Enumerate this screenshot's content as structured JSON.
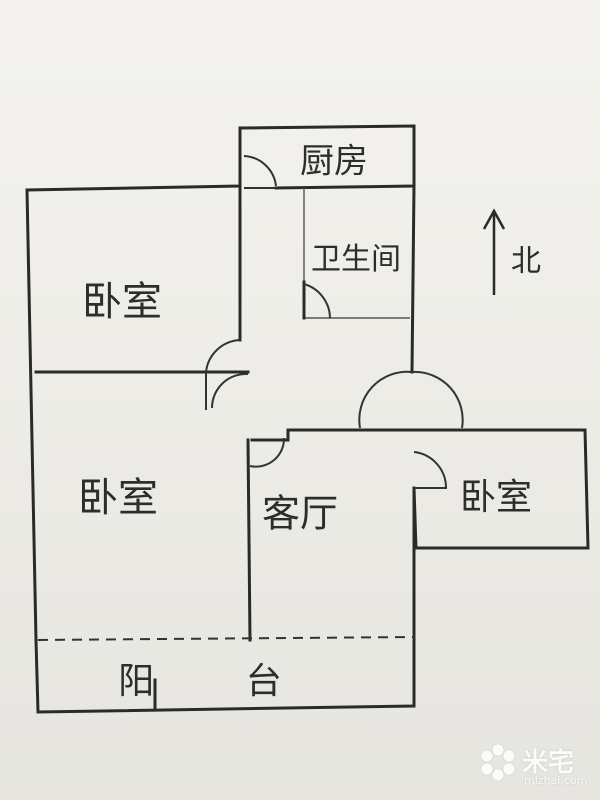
{
  "rooms": {
    "kitchen": "厨房",
    "bathroom": "卫生间",
    "bedroom_northwest": "卧室",
    "bedroom_southwest": "卧室",
    "living_room": "客厅",
    "bedroom_east": "卧室",
    "balcony": "阳 台"
  },
  "compass": {
    "label": "北",
    "direction": "up"
  },
  "watermark": {
    "brand": "米宅",
    "domain": "mizhai.com"
  },
  "colors": {
    "ink": "#2a2a2a",
    "paper": "#ecebe6",
    "watermark": "#ffffff"
  }
}
